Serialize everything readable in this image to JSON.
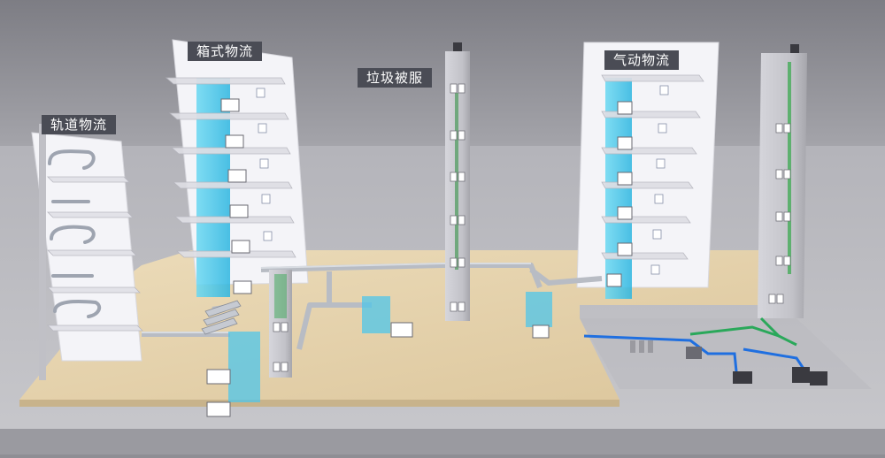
{
  "labels": {
    "track": "轨道物流",
    "box": "箱式物流",
    "waste": "垃圾被服",
    "pneumatic": "气动物流"
  },
  "colors": {
    "floor": "#e6d2ae",
    "floor_edge": "#cdb88f",
    "ground": "#a8a8ae",
    "wall": "#d2d2d8",
    "background": "#8e8e94",
    "building": "#f4f4f8",
    "column": "#c4c4ca",
    "shaft_blue": "#3fc9ea",
    "pipe_blue": "#1f6fe0",
    "pipe_green": "#2aa85a",
    "duct": "#b8bcc4",
    "label_bg": "#4a4c55"
  }
}
